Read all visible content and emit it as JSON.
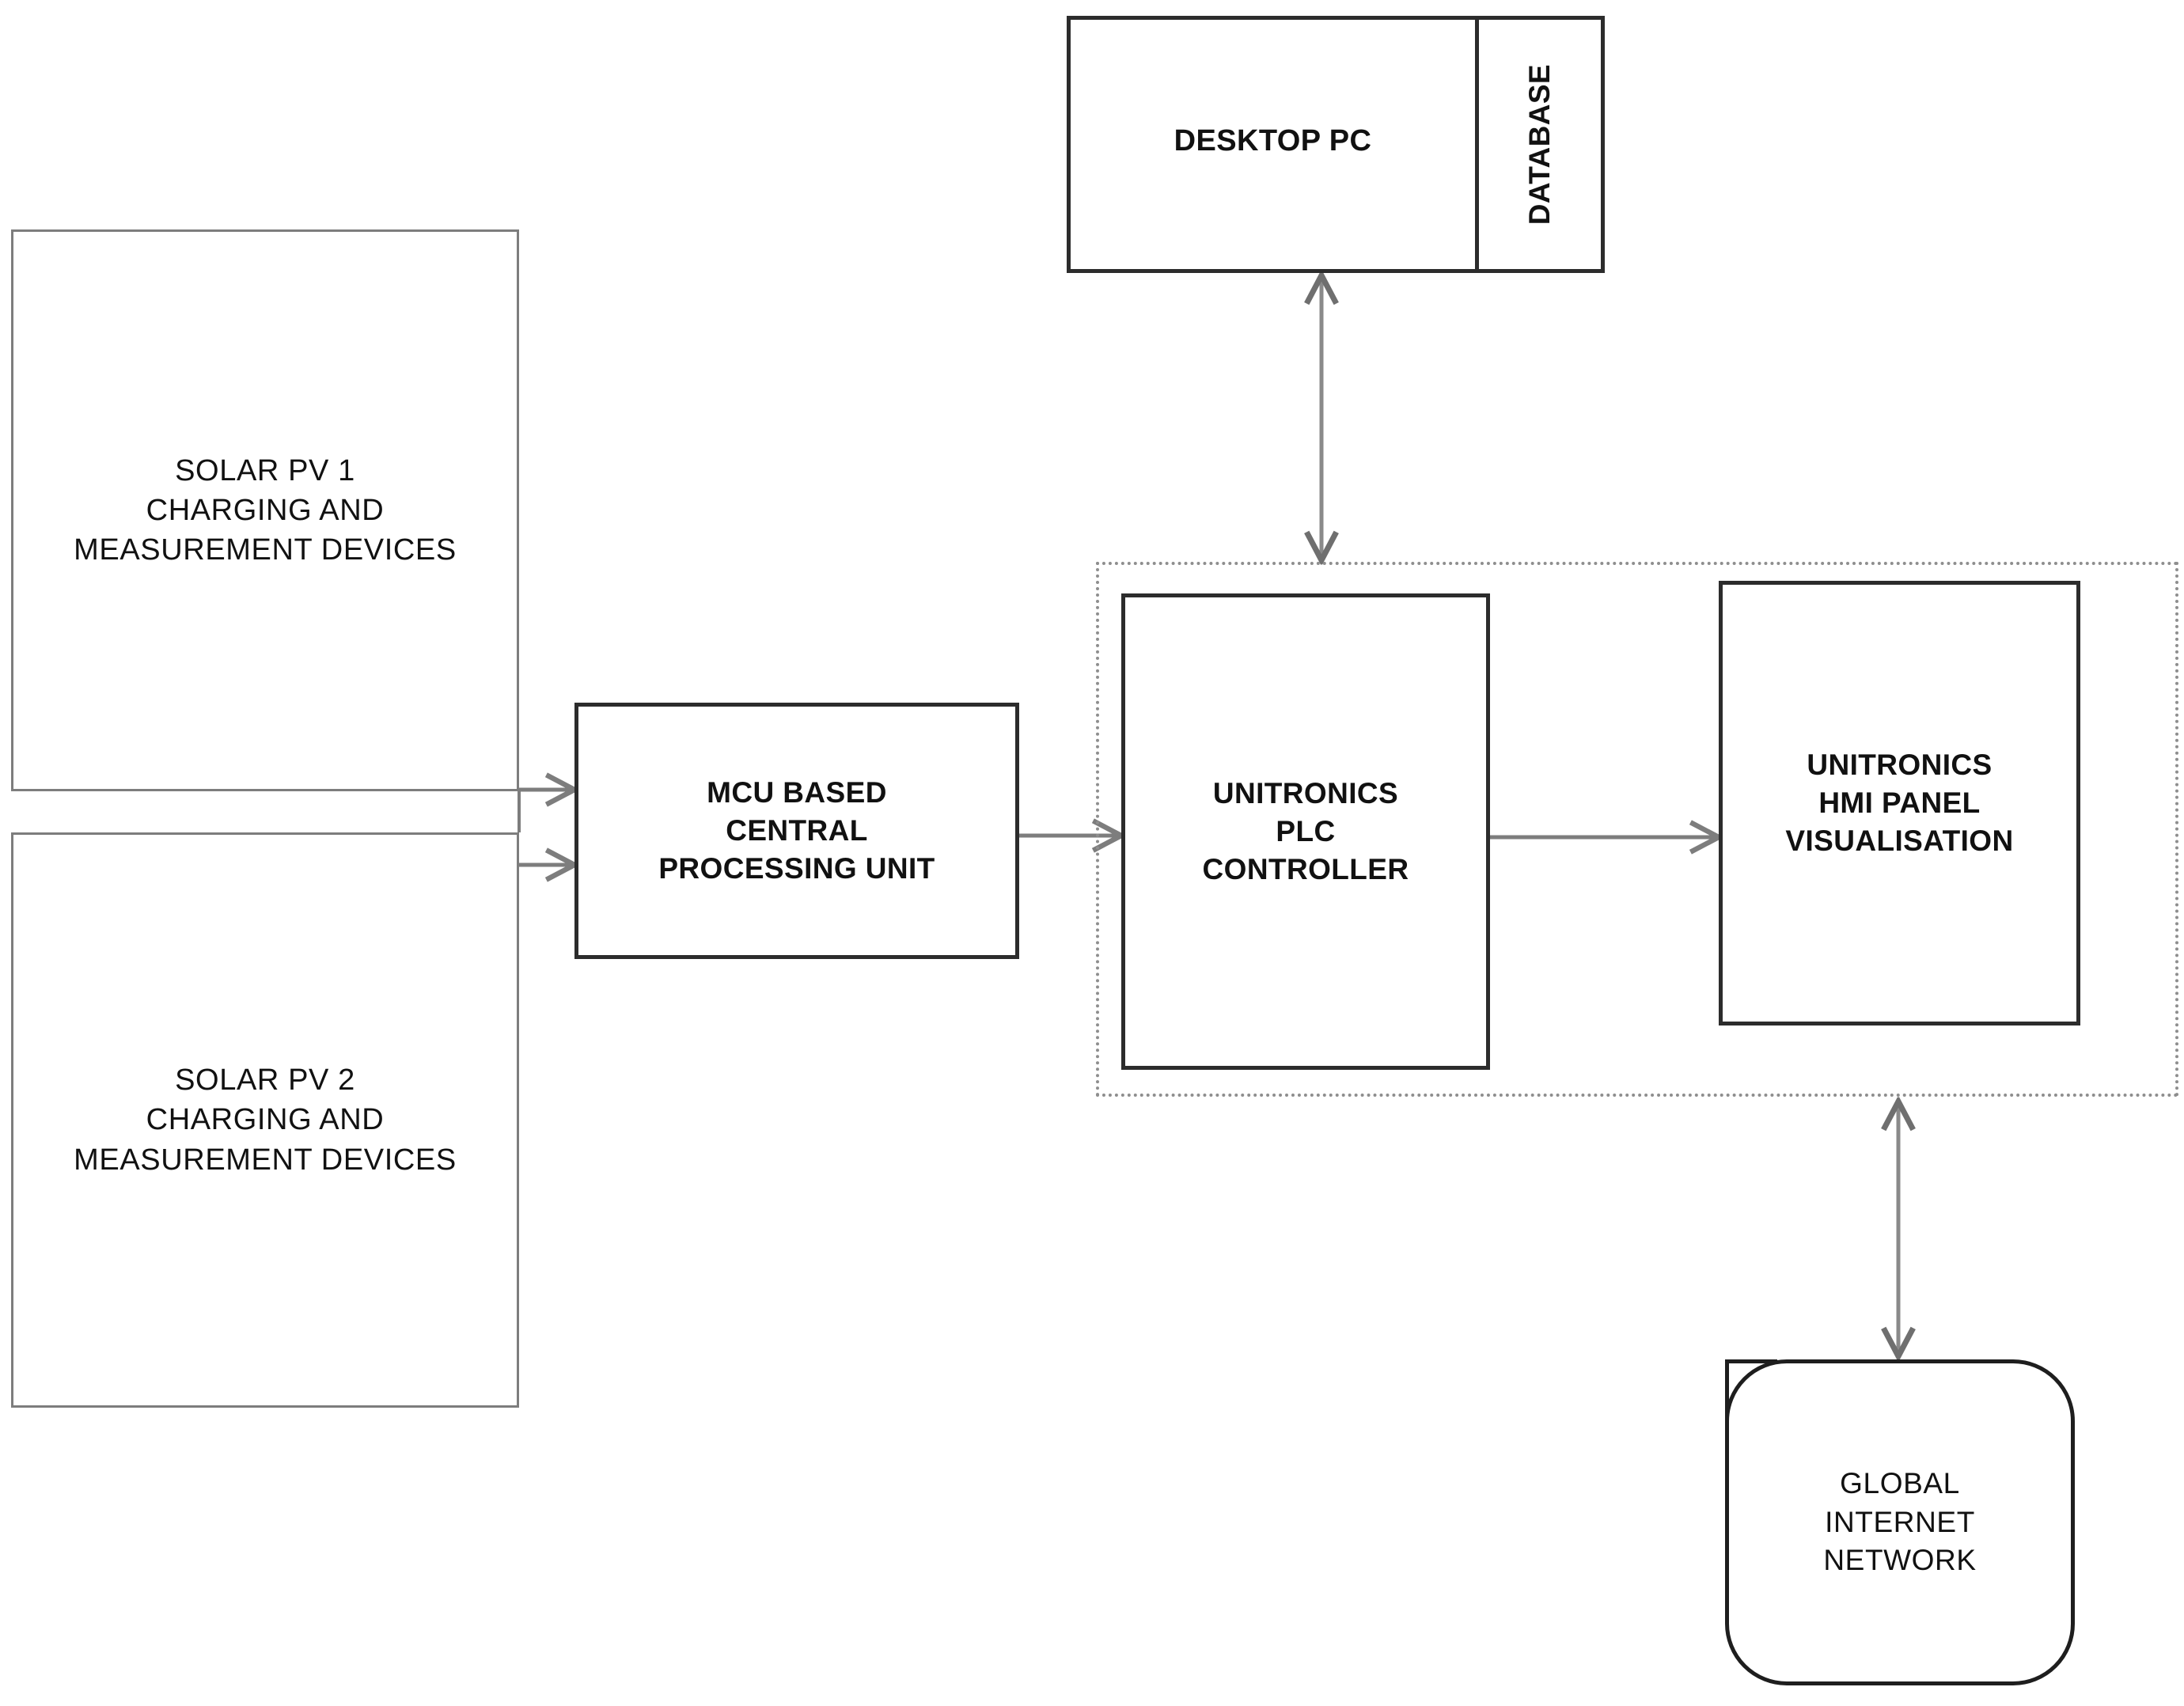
{
  "diagram": {
    "title": "System architecture block diagram",
    "background": "#ffffff",
    "line_color": "#7d7d7d",
    "box_border_color": "#2c2c2c",
    "text_color": "#111111"
  },
  "blocks": {
    "pv1": {
      "label": "SOLAR PV 1\nCHARGING AND\nMEASUREMENT DEVICES",
      "style": "thin-rect"
    },
    "pv2": {
      "label": "SOLAR PV 2\nCHARGING AND\nMEASUREMENT DEVICES",
      "style": "thin-rect"
    },
    "mcu": {
      "label": "MCU BASED\nCENTRAL\nPROCESSING UNIT",
      "style": "thick-rect"
    },
    "plc": {
      "label": "UNITRONICS\nPLC\nCONTROLLER",
      "style": "thick-rect"
    },
    "hmi": {
      "label": "UNITRONICS\nHMI PANEL\nVISUALISATION",
      "style": "thick-rect"
    },
    "desktop_pc": {
      "label": "DESKTOP PC",
      "style": "thick-rect"
    },
    "database": {
      "label": "DATABASE",
      "style": "thick-rect-vertical-text",
      "orientation": "vertical"
    },
    "global_network": {
      "label": "GLOBAL\nINTERNET\nNETWORK",
      "style": "rounded-rect"
    }
  },
  "groups": {
    "plc_group": {
      "label": "",
      "style": "dotted-enclosure",
      "members": [
        "plc",
        "hmi"
      ]
    }
  },
  "connections": [
    {
      "from": "pv1",
      "to": "mcu",
      "arrow": "single",
      "direction": "right"
    },
    {
      "from": "pv2",
      "to": "mcu",
      "arrow": "single",
      "direction": "right"
    },
    {
      "from": "mcu",
      "to": "plc",
      "arrow": "single",
      "direction": "right"
    },
    {
      "from": "plc",
      "to": "hmi",
      "arrow": "single",
      "direction": "right"
    },
    {
      "from": "plc_group",
      "to": "desktop_pc",
      "arrow": "double",
      "direction": "vertical"
    },
    {
      "from": "plc_group",
      "to": "global_network",
      "arrow": "double",
      "direction": "vertical"
    }
  ]
}
